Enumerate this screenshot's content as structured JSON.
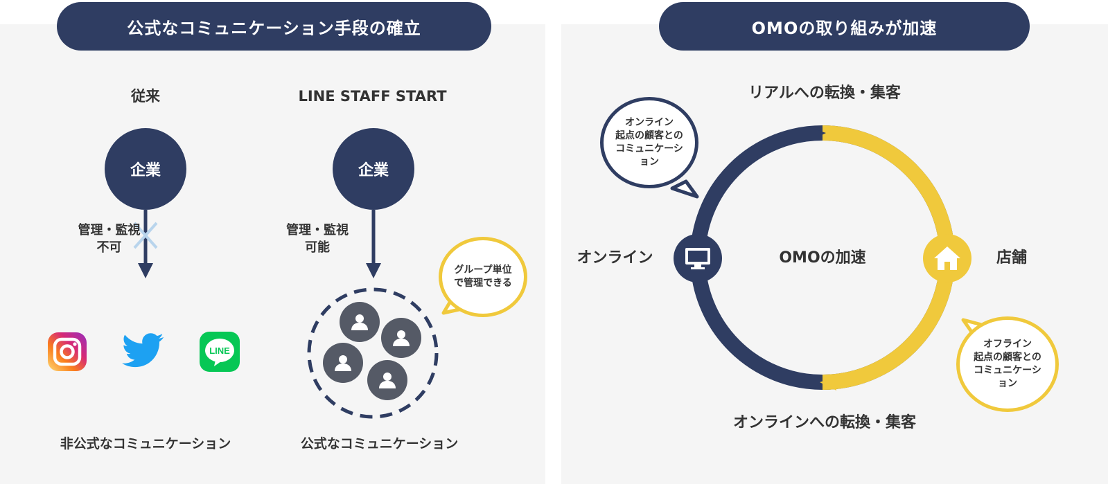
{
  "left_panel": {
    "title": "公式なコミュニケーション手段の確立",
    "traditional": {
      "heading": "従来",
      "company": "企業",
      "note_line1": "管理・監視",
      "note_line2": "不可",
      "caption": "非公式なコミュニケーション",
      "icons": [
        "instagram-icon",
        "twitter-icon",
        "line-icon"
      ],
      "line_logo_text": "LINE"
    },
    "staff_start": {
      "heading": "LINE STAFF START",
      "company": "企業",
      "note_line1": "管理・監視",
      "note_line2": "可能",
      "bubble": "グループ単位\nで管理できる",
      "caption": "公式なコミュニケーション",
      "group_member_count": 4
    }
  },
  "right_panel": {
    "title": "OMOの取り組みが加速",
    "top_label": "リアルへの転換・集客",
    "bottom_label": "オンラインへの転換・集客",
    "left_label": "オンライン",
    "right_label": "店舗",
    "center_label": "OMOの加速",
    "online_bubble": "オンライン\n起点の顧客との\nコミュニケーシ\nョン",
    "offline_bubble": "オフライン\n起点の顧客との\nコミュニケーシ\nョン",
    "icons": {
      "online": "monitor-icon",
      "store": "home-icon"
    }
  },
  "colors": {
    "navy": "#2f3d62",
    "yellow": "#f0c93c",
    "panel_bg": "#f5f5f5",
    "instagram": "#e1306c",
    "twitter": "#1da1f2",
    "line": "#06c755",
    "cross": "#b8d4ec"
  }
}
